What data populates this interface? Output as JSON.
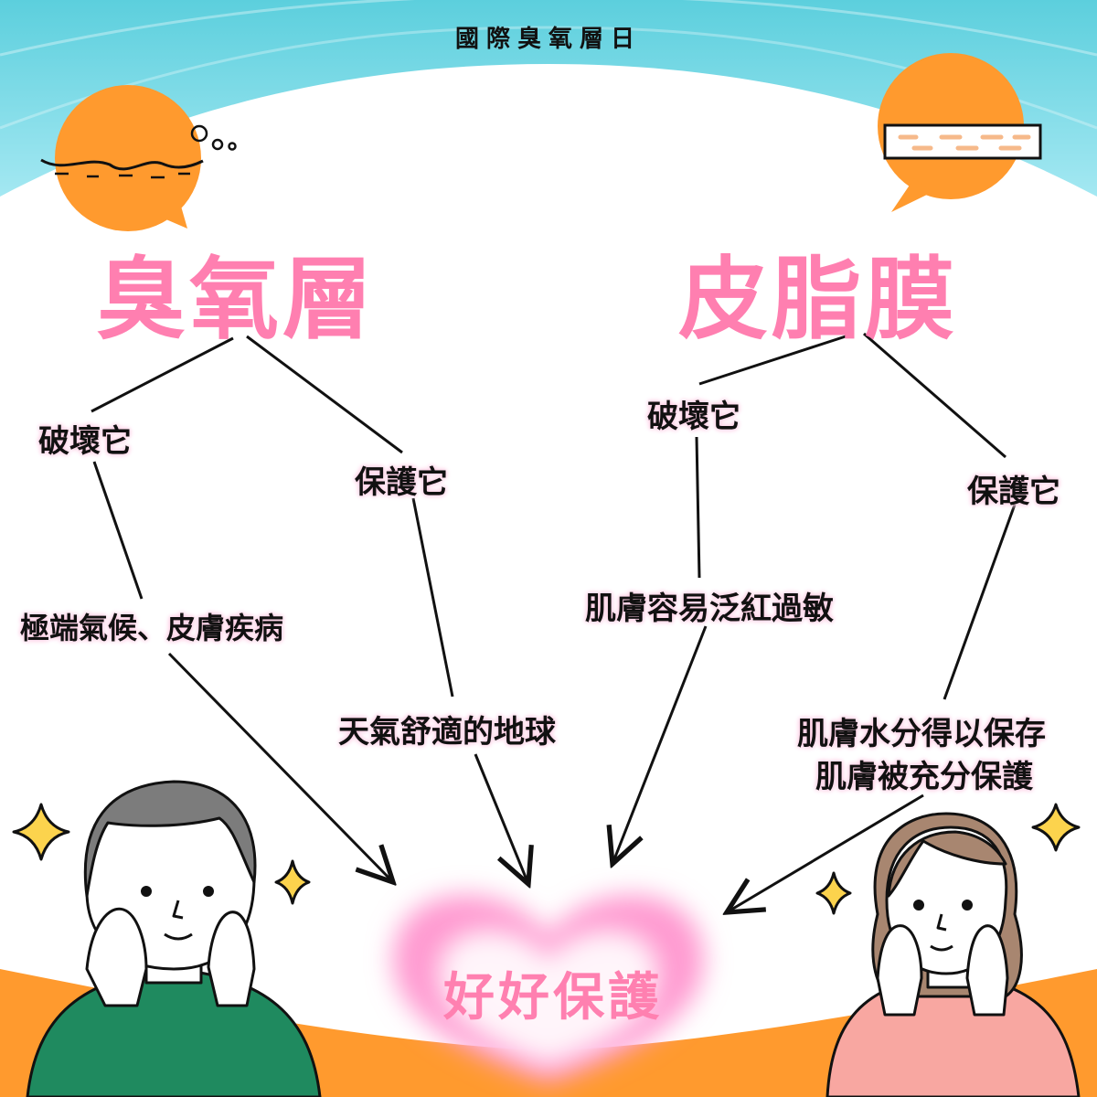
{
  "header": {
    "title": "國際臭氧層日"
  },
  "left": {
    "heading": "臭氧層",
    "branches": {
      "destroy": "破壞它",
      "protect": "保護它",
      "destroy_result": "極端氣候、皮膚疾病",
      "protect_result": "天氣舒適的地球"
    }
  },
  "right": {
    "heading": "皮脂膜",
    "branches": {
      "destroy": "破壞它",
      "protect": "保護它",
      "destroy_result": "肌膚容易泛紅過敏",
      "protect_result_line1": "肌膚水分得以保存",
      "protect_result_line2": "肌膚被充分保護"
    }
  },
  "center": {
    "text": "好好保護"
  },
  "colors": {
    "sky_top": "#68d3e0",
    "sky_bottom": "#8fe3ee",
    "orange": "#ff9a2e",
    "pink_text": "#ff7fb0",
    "glow": "#ffb3da",
    "man_shirt": "#1f8a5f",
    "woman_shirt": "#f8a7a1",
    "man_hair": "#7c7c7c",
    "woman_hair": "#a88670",
    "sparkle": "#fcd34d"
  },
  "icons": [
    "ozone-bubble-icon",
    "skin-layer-bubble-icon",
    "sparkle-icon"
  ]
}
